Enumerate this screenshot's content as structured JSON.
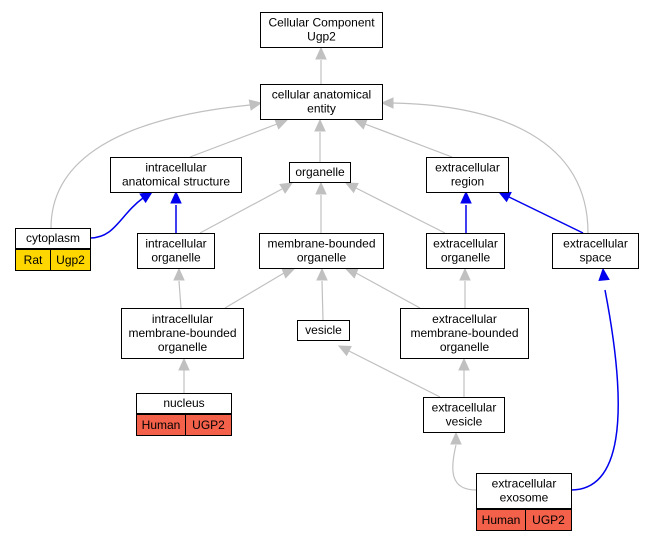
{
  "colors": {
    "rat_cell": "#ffd700",
    "human_cell": "#f4614a",
    "is_a_edge": "#c0c0c0",
    "part_of_edge": "#0000ee"
  },
  "nodes": {
    "root": {
      "lines": [
        "Cellular Component",
        "Ugp2"
      ]
    },
    "cae": {
      "lines": [
        "cellular anatomical",
        "entity"
      ]
    },
    "ias": {
      "lines": [
        "intracellular",
        "anatomical structure"
      ]
    },
    "organelle": {
      "lines": [
        "organelle"
      ]
    },
    "ecr": {
      "lines": [
        "extracellular",
        "region"
      ]
    },
    "cytoplasm": {
      "lines": [
        "cytoplasm"
      ],
      "species": "Rat",
      "gene": "Ugp2"
    },
    "io": {
      "lines": [
        "intracellular",
        "organelle"
      ]
    },
    "mbo": {
      "lines": [
        "membrane-bounded",
        "organelle"
      ]
    },
    "eco": {
      "lines": [
        "extracellular",
        "organelle"
      ]
    },
    "ecs": {
      "lines": [
        "extracellular",
        "space"
      ]
    },
    "imbo": {
      "lines": [
        "intracellular",
        "membrane-bounded",
        "organelle"
      ]
    },
    "vesicle": {
      "lines": [
        "vesicle"
      ]
    },
    "embo": {
      "lines": [
        "extracellular",
        "membrane-bounded",
        "organelle"
      ]
    },
    "nucleus": {
      "lines": [
        "nucleus"
      ],
      "species": "Human",
      "gene": "UGP2"
    },
    "ecv": {
      "lines": [
        "extracellular",
        "vesicle"
      ]
    },
    "exo": {
      "lines": [
        "extracellular",
        "exosome"
      ],
      "species": "Human",
      "gene": "UGP2"
    }
  },
  "edges": [
    {
      "from": "cae",
      "to": "root",
      "type": "is_a"
    },
    {
      "from": "ias",
      "to": "cae",
      "type": "is_a"
    },
    {
      "from": "organelle",
      "to": "cae",
      "type": "is_a"
    },
    {
      "from": "ecr",
      "to": "cae",
      "type": "is_a"
    },
    {
      "from": "cytoplasm",
      "to": "cae",
      "type": "is_a"
    },
    {
      "from": "ecs",
      "to": "cae",
      "type": "is_a"
    },
    {
      "from": "cytoplasm",
      "to": "ias",
      "type": "part_of"
    },
    {
      "from": "io",
      "to": "ias",
      "type": "part_of"
    },
    {
      "from": "io",
      "to": "organelle",
      "type": "is_a"
    },
    {
      "from": "mbo",
      "to": "organelle",
      "type": "is_a"
    },
    {
      "from": "eco",
      "to": "organelle",
      "type": "is_a"
    },
    {
      "from": "eco",
      "to": "ecr",
      "type": "part_of"
    },
    {
      "from": "ecs",
      "to": "ecr",
      "type": "part_of"
    },
    {
      "from": "imbo",
      "to": "io",
      "type": "is_a"
    },
    {
      "from": "imbo",
      "to": "mbo",
      "type": "is_a"
    },
    {
      "from": "vesicle",
      "to": "mbo",
      "type": "is_a"
    },
    {
      "from": "embo",
      "to": "mbo",
      "type": "is_a"
    },
    {
      "from": "embo",
      "to": "eco",
      "type": "is_a"
    },
    {
      "from": "nucleus",
      "to": "imbo",
      "type": "is_a"
    },
    {
      "from": "ecv",
      "to": "vesicle",
      "type": "is_a"
    },
    {
      "from": "ecv",
      "to": "embo",
      "type": "is_a"
    },
    {
      "from": "exo",
      "to": "ecv",
      "type": "is_a"
    },
    {
      "from": "exo",
      "to": "ecs",
      "type": "part_of"
    }
  ]
}
